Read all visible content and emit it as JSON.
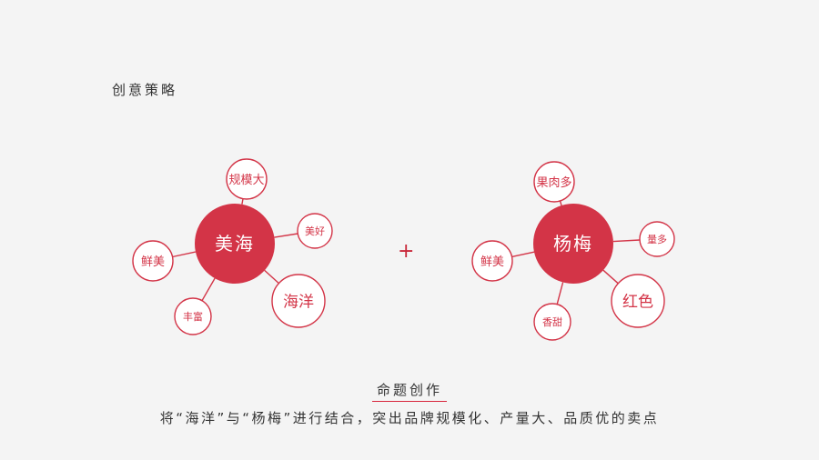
{
  "heading": "创意策略",
  "plus_symbol": "+",
  "colors": {
    "accent": "#c8283a",
    "hub_fill": "#d33447",
    "line": "#d33447",
    "node_text": "#d33447"
  },
  "clusters": [
    {
      "hub": "美海",
      "nodes": [
        "规模大",
        "美好",
        "海洋",
        "丰富",
        "鲜美"
      ]
    },
    {
      "hub": "杨梅",
      "nodes": [
        "果肉多",
        "量多",
        "红色",
        "香甜",
        "鲜美"
      ]
    }
  ],
  "footer": {
    "title": "命题创作",
    "description": "将“海洋”与“杨梅”进行结合，突出品牌规模化、产量大、品质优的卖点"
  }
}
